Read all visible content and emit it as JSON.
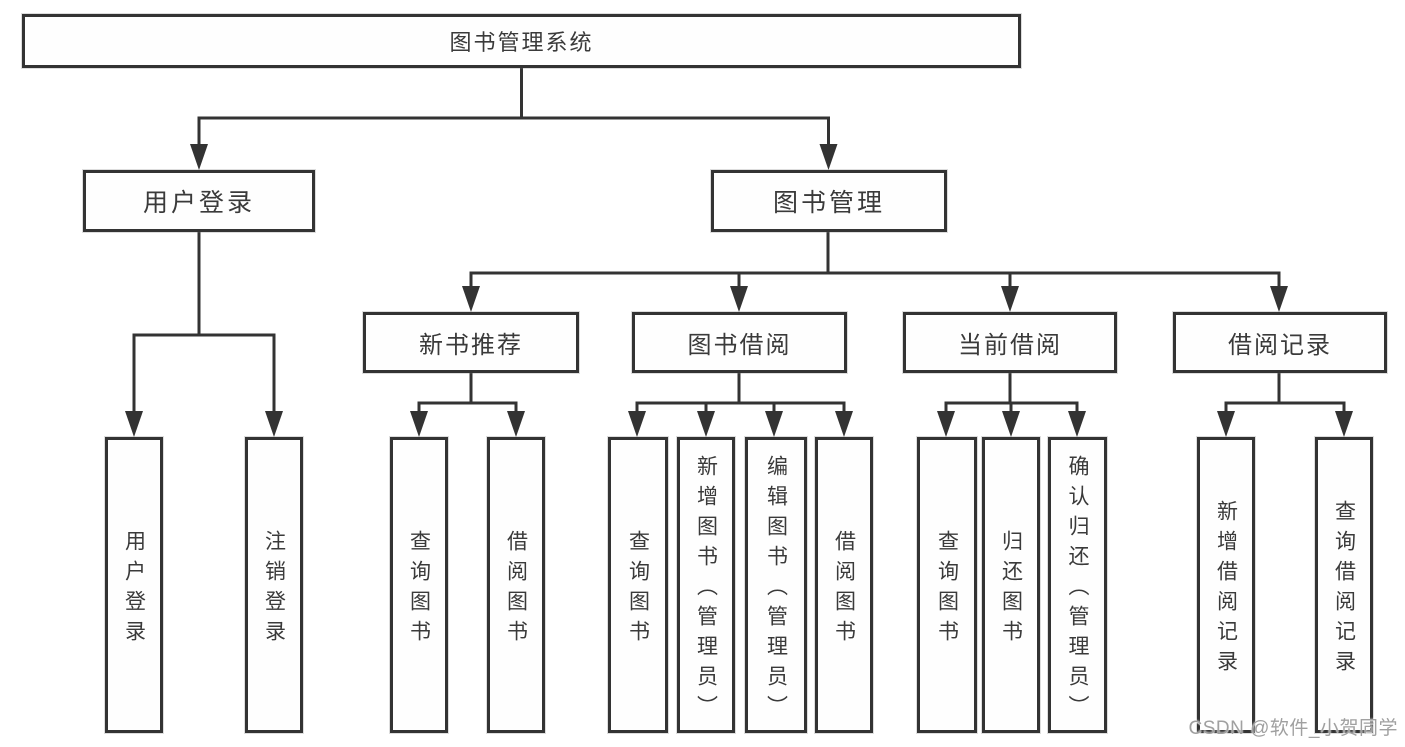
{
  "diagram": {
    "root": {
      "label": "图书管理系统"
    },
    "level2": [
      {
        "label": "用户登录"
      },
      {
        "label": "图书管理"
      }
    ],
    "level3": [
      {
        "label": "新书推荐",
        "parent": "图书管理"
      },
      {
        "label": "图书借阅",
        "parent": "图书管理"
      },
      {
        "label": "当前借阅",
        "parent": "图书管理"
      },
      {
        "label": "借阅记录",
        "parent": "图书管理"
      }
    ],
    "leaves": [
      {
        "label": "用户登录",
        "parent": "用户登录"
      },
      {
        "label": "注销登录",
        "parent": "用户登录"
      },
      {
        "label": "查询图书",
        "parent": "新书推荐"
      },
      {
        "label": "借阅图书",
        "parent": "新书推荐"
      },
      {
        "label": "查询图书",
        "parent": "图书借阅"
      },
      {
        "label": "新增图书（管理员）",
        "parent": "图书借阅"
      },
      {
        "label": "编辑图书（管理员）",
        "parent": "图书借阅"
      },
      {
        "label": "借阅图书",
        "parent": "图书借阅"
      },
      {
        "label": "查询图书",
        "parent": "当前借阅"
      },
      {
        "label": "归还图书",
        "parent": "当前借阅"
      },
      {
        "label": "确认归还（管理员）",
        "parent": "当前借阅"
      },
      {
        "label": "新增借阅记录",
        "parent": "借阅记录"
      },
      {
        "label": "查询借阅记录",
        "parent": "借阅记录"
      }
    ]
  },
  "watermark": {
    "text": "CSDN @软件_小贺同学"
  },
  "colors": {
    "line": "#333333",
    "text": "#3a3a3a",
    "background": "#ffffff",
    "watermark": "#a0a0a0"
  }
}
